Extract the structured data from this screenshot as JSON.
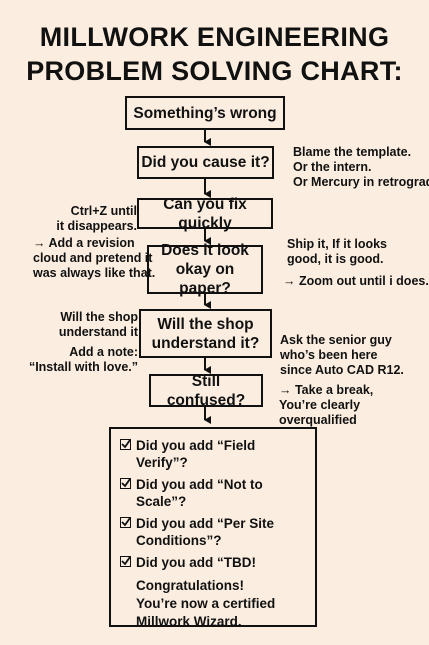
{
  "title": {
    "line1": "MILLWORK ENGINEERING",
    "line2": "PROBLEM SOLVING CHART:"
  },
  "flow": {
    "something_wrong": "Something’s wrong",
    "cause": "Did you cause it?",
    "fix": "Can you fix quickly",
    "paper_line1": "Does it look",
    "paper_line2": "okay on paper?",
    "shop_line1": "Will the shop",
    "shop_line2": "understand it?",
    "confused": "Still confused?"
  },
  "notes": {
    "blame": [
      "Blame the template.",
      "Or the intern.",
      "Or Mercury in retrograde."
    ],
    "ctrlz": [
      "Ctrl+Z until",
      "it disappears."
    ],
    "revision": [
      "→ Add a revision",
      "cloud and pretend it",
      "was always like that."
    ],
    "ship": [
      "Ship it, If it looks",
      "good, it is good."
    ],
    "zoom": "→ Zoom out until i does.",
    "shop_left": [
      "Will the shop",
      "understand it"
    ],
    "add_note": [
      "Add a note:",
      "“Install with love.”"
    ],
    "senior": [
      "Ask the senior guy",
      "who’s been here",
      "since Auto CAD R12."
    ],
    "break": [
      "→ Take a break,",
      "You’re clearly",
      "overqualified"
    ]
  },
  "checklist": {
    "items": [
      "Did you add “Field Verify”?",
      "Did you add “Not to Scale”?",
      "Did you add “Per Site",
      "Conditions”?",
      "Did you add “TBD!"
    ],
    "congrats": [
      "Congratulations!",
      "You’re now a certified",
      "Millwork Wizard."
    ]
  },
  "colors": {
    "background": "#fbeee0",
    "ink": "#111111"
  }
}
